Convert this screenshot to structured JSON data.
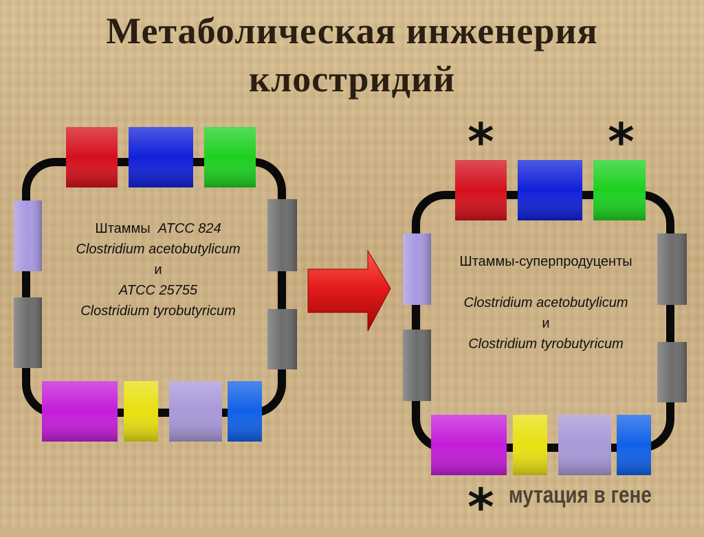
{
  "title_line1": "Метаболическая инженерия",
  "title_line2": "клостридий",
  "left": {
    "line1_prefix": "Штаммы",
    "line1_code": "ATCC 824",
    "line2": "Clostridium acetobutylicum",
    "line3": "и",
    "line4": "ATCC 25755",
    "line5": "Clostridium tyrobutyricum"
  },
  "right": {
    "line1": "Штаммы-суперпродуценты",
    "line2": "Clostridium acetobutylicum",
    "line3": "и",
    "line4": "Clostridium tyrobutyricum"
  },
  "mutation_label": "мутация в гене",
  "colors": {
    "red": "#d4101c",
    "blue": "#1020d8",
    "green": "#1cd020",
    "lavender": "#a898e0",
    "gray": "#6c6c6c",
    "magenta": "#c41cd8",
    "yellow": "#e8e010",
    "light_purple": "#a898d8",
    "bright_blue": "#1060e8",
    "arrow": "#e01818"
  }
}
